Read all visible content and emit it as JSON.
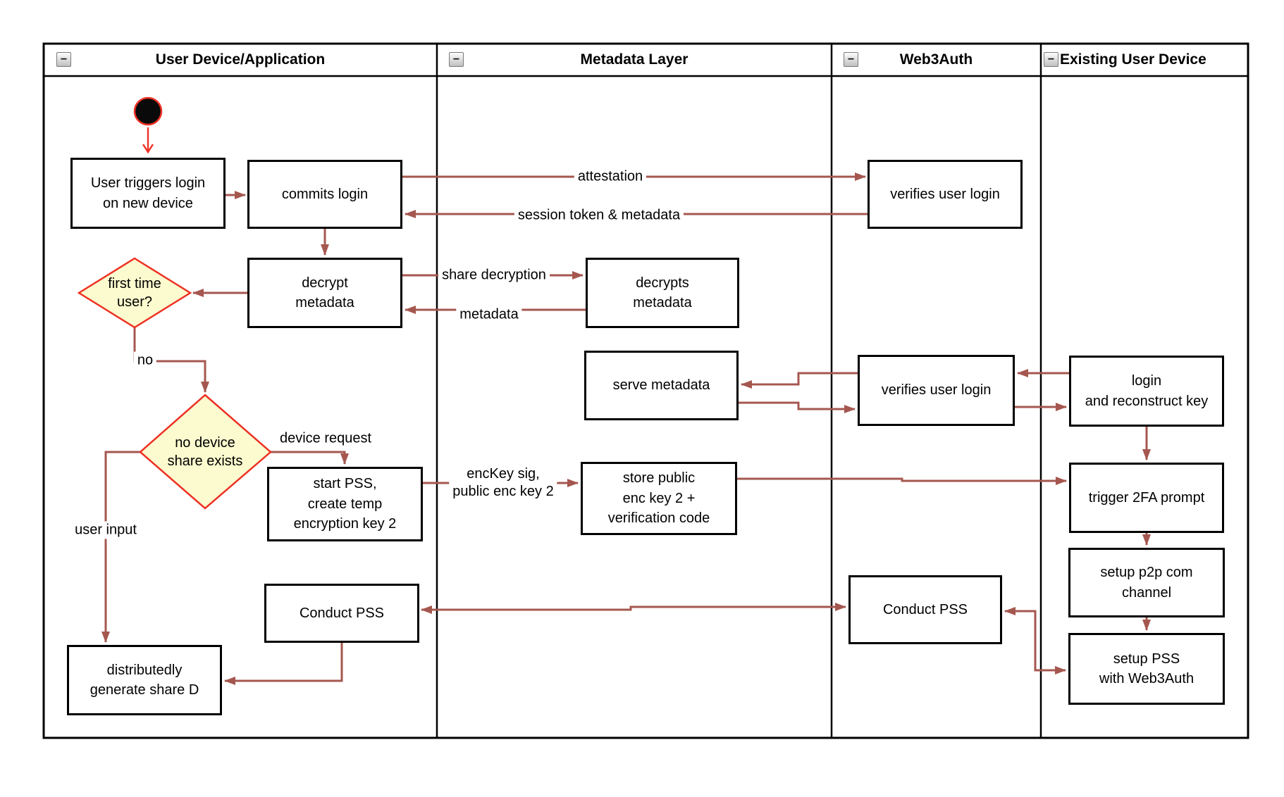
{
  "lanes": [
    {
      "title": "User Device/Application"
    },
    {
      "title": "Metadata Layer"
    },
    {
      "title": "Web3Auth"
    },
    {
      "title": "Existing User Device"
    }
  ],
  "icons": {
    "collapse_glyph": "−"
  },
  "nodes": {
    "user_triggers": "User triggers login\non new device",
    "commits_login": "commits login",
    "verifies_login_top": "verifies user login",
    "decrypt_metadata": "decrypt\nmetadata",
    "decrypts_metadata": "decrypts\nmetadata",
    "serve_metadata": "serve metadata",
    "verifies_login_mid": "verifies user login",
    "login_reconstruct": "login\nand reconstruct key",
    "start_pss": "start PSS,\ncreate temp\nencryption key 2",
    "store_public": "store public\nenc key 2 +\nverification code",
    "trigger_2fa": "trigger 2FA prompt",
    "setup_p2p": "setup p2p com\nchannel",
    "setup_pss": "setup PSS\nwith Web3Auth",
    "conduct_pss_user": "Conduct PSS",
    "conduct_pss_web3auth": "Conduct PSS",
    "dist_gen_share": "distributedly\ngenerate share D"
  },
  "decisions": {
    "first_time_user": "first time\nuser?",
    "no_device_share": "no device\nshare exists"
  },
  "edge_labels": {
    "attestation": "attestation",
    "session_token": "session token & metadata",
    "share_decryption": "share decryption",
    "metadata": "metadata",
    "no": "no",
    "device_request": "device request",
    "enckey_sig": "encKey sig,\npublic enc key 2",
    "user_input": "user input"
  },
  "colors": {
    "line_color": "#a5574f",
    "start_color": "#ee3124",
    "decision_fill": "#fbfbcf",
    "border_color": "#000000"
  }
}
